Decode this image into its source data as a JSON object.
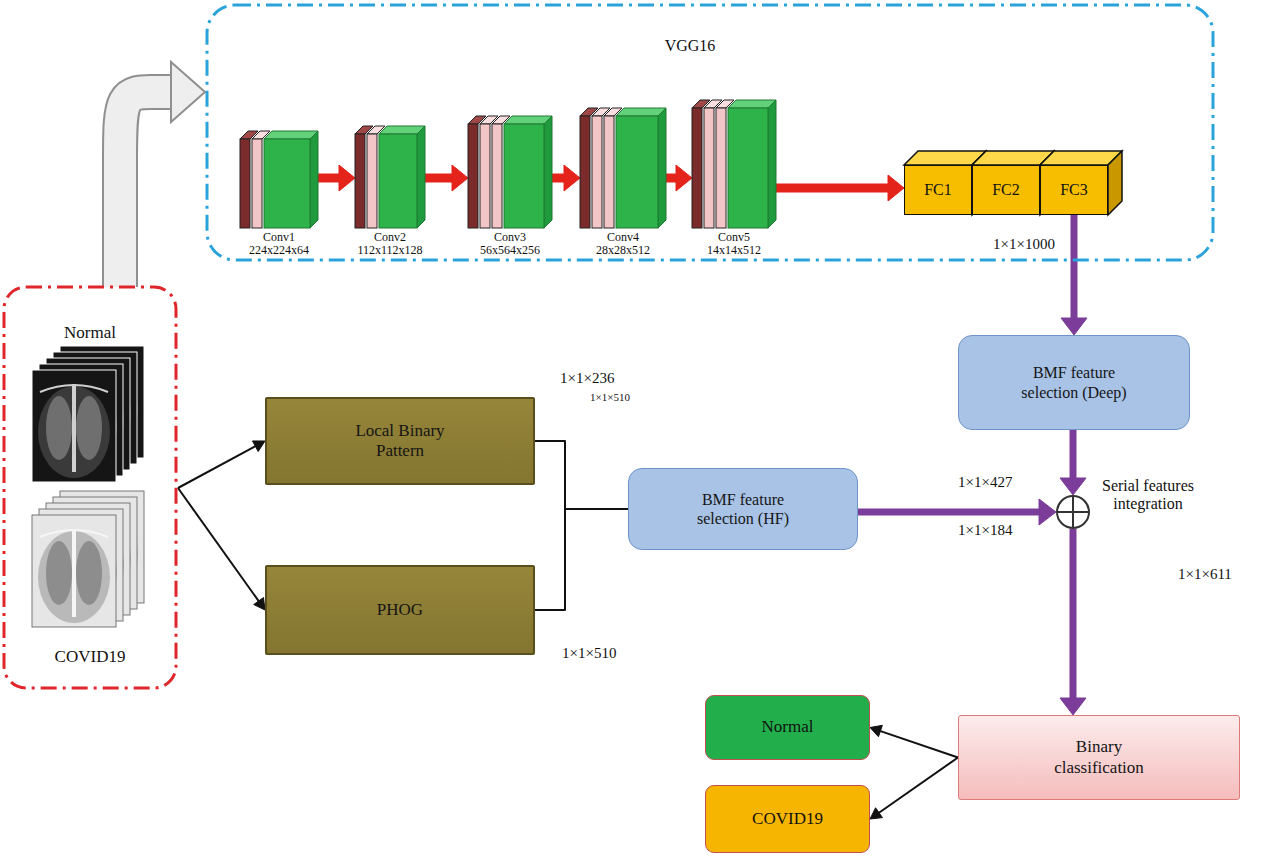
{
  "diagram": {
    "nodes": [
      {
        "text": [
          "VGG16"
        ]
      },
      {
        "text": [
          "Conv1 224x224x64"
        ],
        "in": 0
      },
      {
        "text": [
          "Conv2 112x112x128"
        ],
        "in": 0
      },
      {
        "text": [
          "Conv3 56x564x256"
        ],
        "in": 0
      },
      {
        "text": [
          "Conv4 28x28x512"
        ],
        "in": 0
      },
      {
        "text": [
          "Conv5 14x14x512"
        ],
        "in": 0
      },
      {
        "text": [
          "FC1"
        ],
        "in": 0
      },
      {
        "text": [
          "FC2"
        ],
        "in": 0
      },
      {
        "text": [
          "FC3"
        ],
        "in": 0
      },
      {
        "text": [
          "Normal",
          "COVID19"
        ]
      },
      {
        "text": [
          "Local Binary Pattern"
        ]
      },
      {
        "text": [
          "PHOG"
        ]
      },
      {
        "text": [
          "BMF feature selection (HF)"
        ]
      },
      {
        "text": [
          "BMF feature selection (Deep)"
        ]
      },
      {
        "text": [
          "Serial features integration"
        ]
      },
      {
        "text": [
          "Binary classification"
        ]
      },
      {
        "text": [
          "Normal"
        ]
      },
      {
        "text": [
          "COVID19"
        ]
      }
    ],
    "edges": [
      {
        "from": 9,
        "to": 0,
        "arrow": "to"
      },
      {
        "from": 1,
        "to": 2,
        "arrow": "to"
      },
      {
        "from": 2,
        "to": 3,
        "arrow": "to"
      },
      {
        "from": 3,
        "to": 4,
        "arrow": "to"
      },
      {
        "from": 4,
        "to": 5,
        "arrow": "to"
      },
      {
        "from": 5,
        "to": 6,
        "arrow": "to"
      },
      {
        "from": 8,
        "to": 13,
        "arrow": "to"
      },
      {
        "from": 9,
        "to": 10,
        "arrow": "to"
      },
      {
        "from": 9,
        "to": 11,
        "arrow": "to"
      },
      {
        "from": 10,
        "to": 12,
        "arrow": "none"
      },
      {
        "from": 11,
        "to": 12,
        "arrow": "none"
      },
      {
        "from": 12,
        "to": 14,
        "arrow": "to"
      },
      {
        "from": 13,
        "to": 14,
        "arrow": "to"
      },
      {
        "from": 14,
        "to": 15,
        "arrow": "to"
      },
      {
        "from": 15,
        "to": 16,
        "arrow": "to"
      },
      {
        "from": 15,
        "to": 17,
        "arrow": "to"
      }
    ],
    "labels": [
      "1×1×1000",
      "1×1×236",
      "1×1×510",
      "1×1×510",
      "1×1×427",
      "1×1×184",
      "1×1×611"
    ]
  }
}
